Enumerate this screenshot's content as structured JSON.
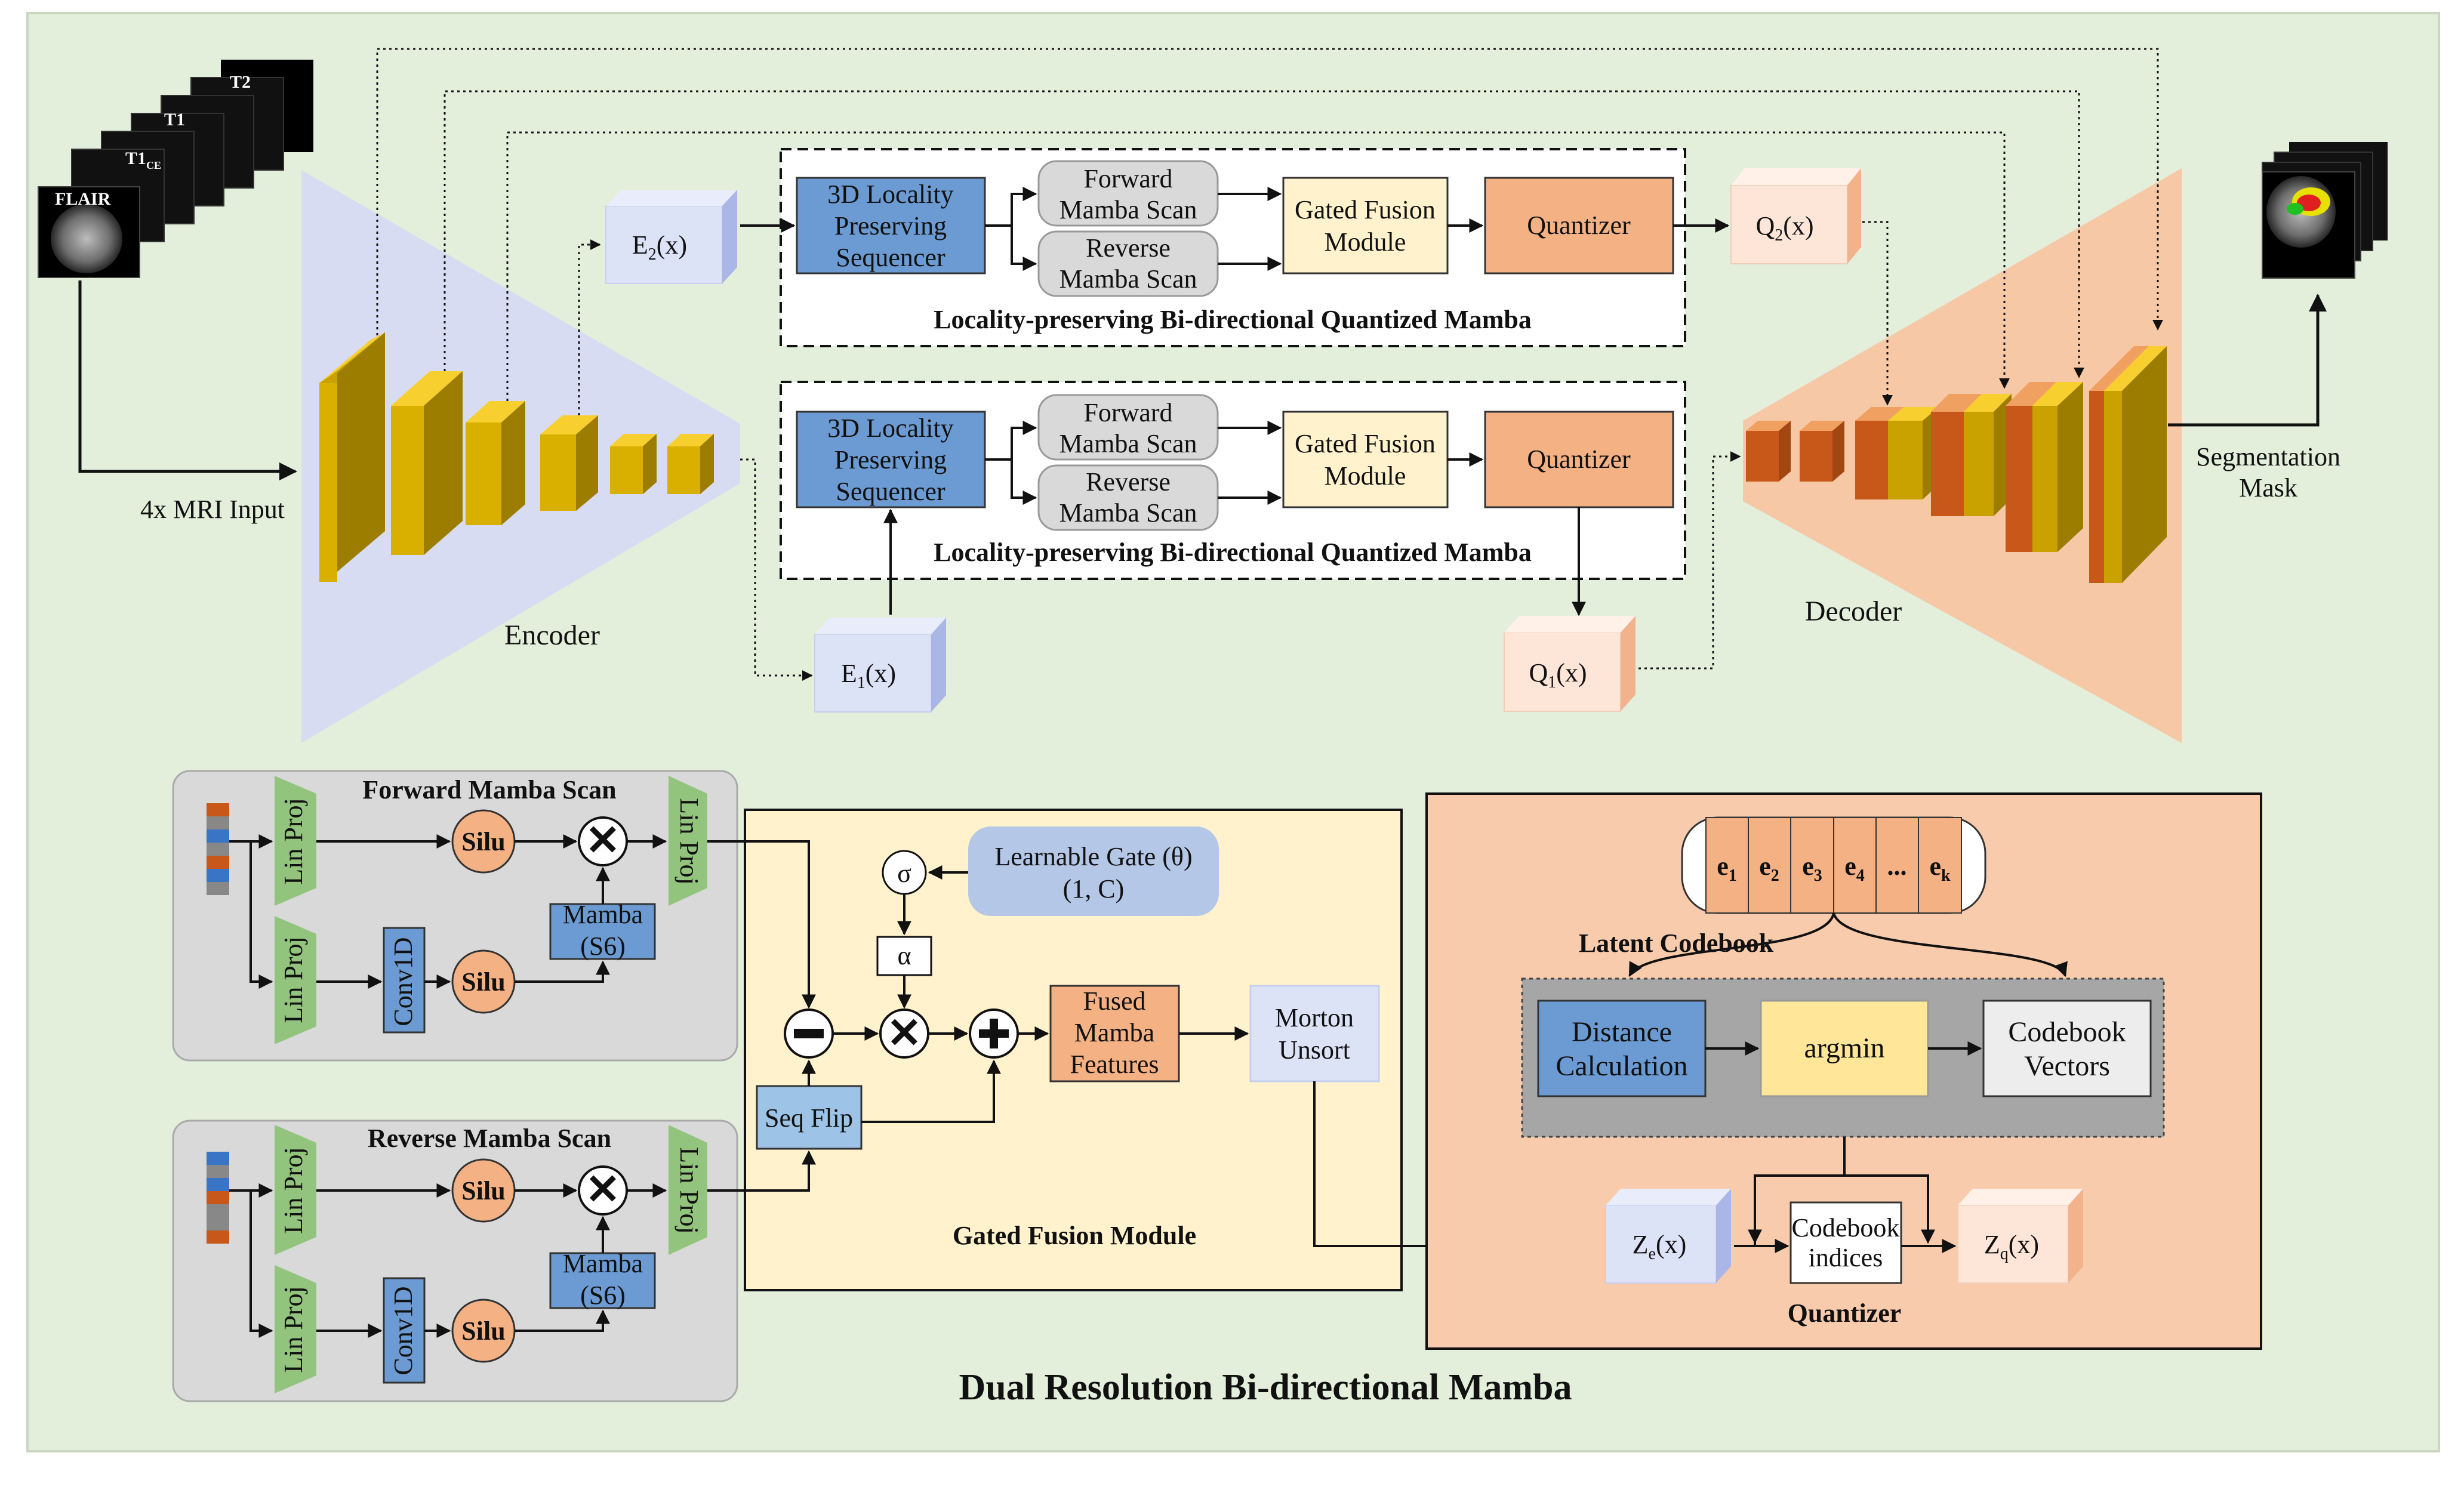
{
  "title": "Dual Resolution Bi-directional Mamba",
  "top": {
    "input_modalities": [
      "FLAIR",
      "T1",
      "T1",
      "T2"
    ],
    "input_subscript": "CE",
    "input_label": "4x MRI Input",
    "encoder_label": "Encoder",
    "decoder_label": "Decoder",
    "output_label_1": "Segmentation",
    "output_label_2": "Mask",
    "e2": {
      "main": "E",
      "sub": "2",
      "tail": "(x)"
    },
    "e1": {
      "main": "E",
      "sub": "1",
      "tail": "(x)"
    },
    "q2": {
      "main": "Q",
      "sub": "2",
      "tail": "(x)"
    },
    "q1": {
      "main": "Q",
      "sub": "1",
      "tail": "(x)"
    },
    "block": {
      "sequencer": [
        "3D Locality",
        "Preserving",
        "Sequencer"
      ],
      "forward": [
        "Forward",
        "Mamba Scan"
      ],
      "reverse": [
        "Reverse",
        "Mamba Scan"
      ],
      "gated": [
        "Gated Fusion",
        "Module"
      ],
      "quantizer": "Quantizer",
      "caption": "Locality-preserving Bi-directional Quantized Mamba"
    }
  },
  "scan": {
    "forward_title": "Forward Mamba Scan",
    "reverse_title": "Reverse Mamba Scan",
    "lin_proj": "Lin Proj",
    "silu": "Silu",
    "conv": "Conv1D",
    "mamba": [
      "Mamba",
      "(S6)"
    ]
  },
  "gfm": {
    "title": "Gated Fusion Module",
    "gate": [
      "Learnable Gate (θ)",
      "(1, C)"
    ],
    "sigma": "σ",
    "alpha": "α",
    "fused": [
      "Fused",
      "Mamba",
      "Features"
    ],
    "morton": [
      "Morton",
      "Unsort"
    ],
    "seq_flip": "Seq Flip"
  },
  "quant": {
    "title": "Quantizer",
    "codebook_label": "Latent Codebook",
    "codebook": [
      "e1",
      "e2",
      "e3",
      "e4",
      "...",
      "ek"
    ],
    "distance": [
      "Distance",
      "Calculation"
    ],
    "argmin": "argmin",
    "vectors": [
      "Codebook",
      "Vectors"
    ],
    "indices": [
      "Codebook",
      "indices"
    ],
    "ze": {
      "main": "Z",
      "sub": "e",
      "tail": "(x)"
    },
    "zq": {
      "main": "Z",
      "sub": "q",
      "tail": "(x)"
    }
  },
  "colors": {
    "background": "#e3eedb",
    "encoder": "#d8dcf2",
    "decoder": "#f7c8a6",
    "gold": "#c9a200",
    "orange_block": "#c8581a",
    "blue_box": "#6b9bd2",
    "gray_box": "#d9d9d9",
    "cream_box": "#fff2cc",
    "salmon_box": "#f4b183",
    "green_proj": "#93c47d",
    "gate_box": "#b4c7e7",
    "quant_panel": "#f8cbad",
    "gfm_panel": "#fff2cc"
  }
}
